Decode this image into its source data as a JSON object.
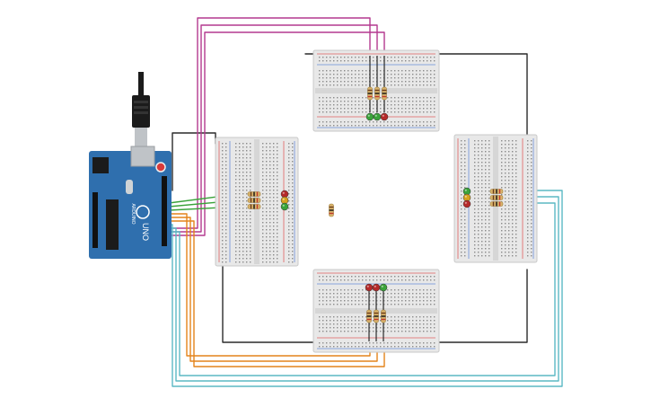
{
  "arduino": {
    "model_label": "UNO",
    "brand_label": "ARDUINO",
    "colors": {
      "board": "#2f6fae",
      "usb": "#bfc3c7",
      "cable": "#1b1b1b"
    }
  },
  "breadboards": [
    {
      "name": "top",
      "orientation": "horizontal"
    },
    {
      "name": "left",
      "orientation": "vertical"
    },
    {
      "name": "right",
      "orientation": "vertical"
    },
    {
      "name": "bottom",
      "orientation": "horizontal"
    }
  ],
  "traffic_lights": [
    {
      "name": "top",
      "leds": [
        "green",
        "green",
        "red"
      ]
    },
    {
      "name": "left",
      "leds": [
        "red",
        "yellow",
        "green"
      ]
    },
    {
      "name": "right",
      "leds": [
        "green",
        "yellow",
        "red"
      ]
    },
    {
      "name": "bottom",
      "leds": [
        "red",
        "red",
        "green"
      ]
    }
  ],
  "wire_colors": {
    "ground": "#2a2a2a",
    "top_group": "#b4398f",
    "left_group": "#3aa33a",
    "bottom_group": "#e3841b",
    "right_group": "#5bb8c4"
  },
  "led_colors": {
    "red": "#b52a2a",
    "green": "#3aa33a",
    "yellow": "#d6a21e"
  }
}
